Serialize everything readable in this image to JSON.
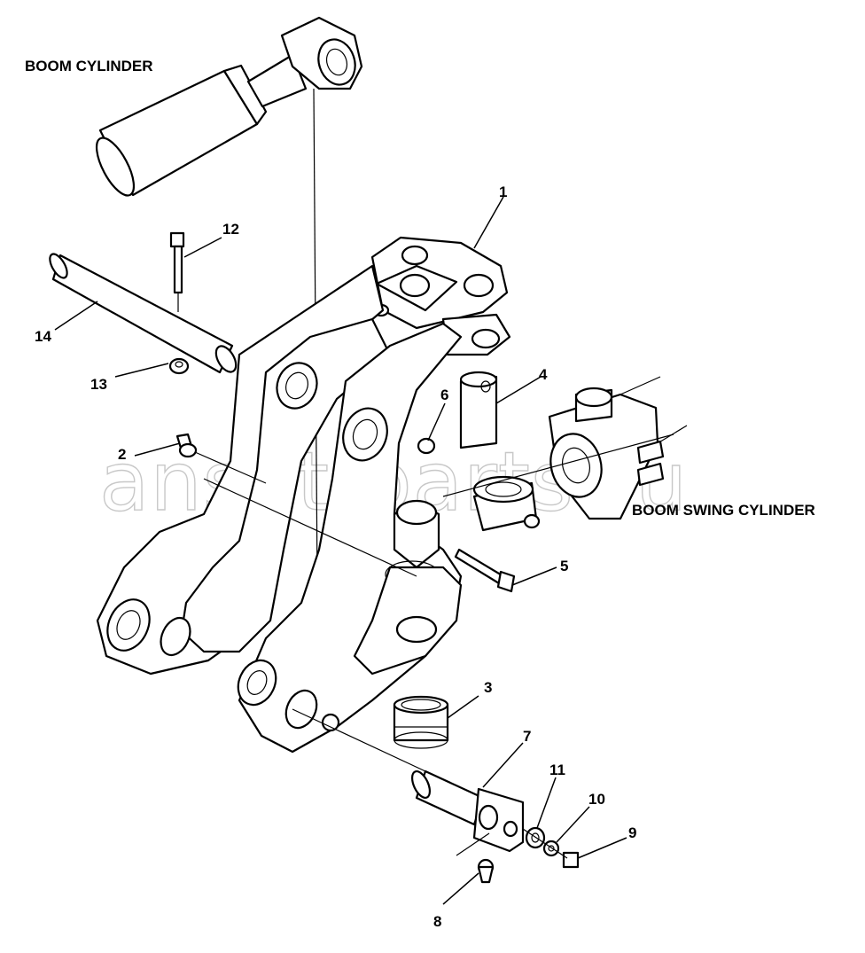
{
  "labels": {
    "boom_cylinder": "BOOM CYLINDER",
    "boom_swing_cylinder": "BOOM SWING CYLINDER"
  },
  "watermark": "ansat-parts.ru",
  "parts": {
    "p1": "1",
    "p2": "2",
    "p3": "3",
    "p4": "4",
    "p5": "5",
    "p6": "6",
    "p7": "7",
    "p8": "8",
    "p9": "9",
    "p10": "10",
    "p11": "11",
    "p12": "12",
    "p13": "13",
    "p14": "14"
  }
}
